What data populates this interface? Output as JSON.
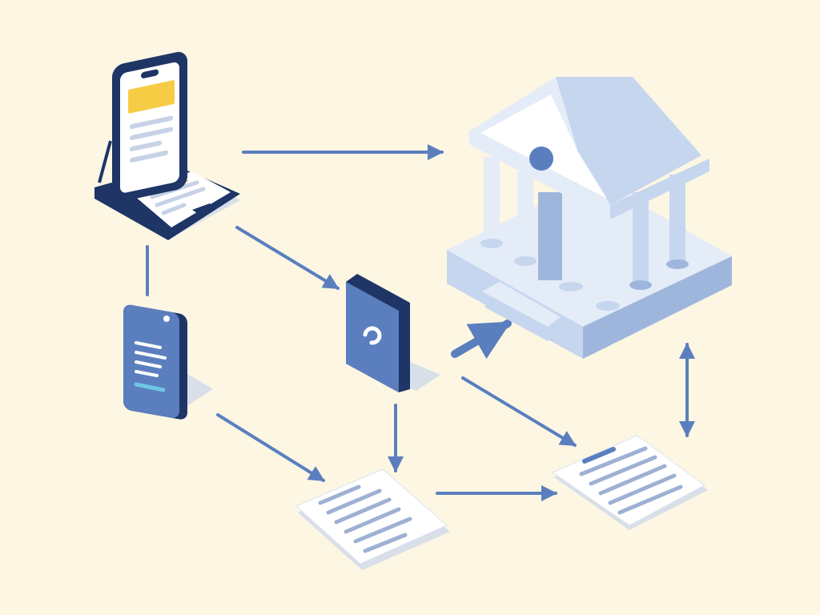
{
  "colors": {
    "background": "#FCF6E3",
    "primary": "#5B7FBE",
    "navy": "#1E3566",
    "accent": "#F7CC45",
    "building_light": "#E4ECF8",
    "building_mid": "#C6D6EE",
    "building_dark": "#9FB6DC",
    "paper": "#FFFFFF",
    "paper_lines": "#8EA4CC",
    "shadow": "#C9D6EA"
  },
  "nodes": [
    {
      "id": "foldable-phone",
      "icon": "foldable-phone-icon"
    },
    {
      "id": "tablet-device",
      "icon": "tablet-icon"
    },
    {
      "id": "payment-card",
      "icon": "card-icon"
    },
    {
      "id": "bank-building",
      "icon": "bank-icon"
    },
    {
      "id": "document-left",
      "icon": "document-icon"
    },
    {
      "id": "document-right",
      "icon": "document-icon"
    }
  ],
  "edges": [
    {
      "from": "foldable-phone",
      "to": "bank-building",
      "direction": "forward"
    },
    {
      "from": "foldable-phone",
      "to": "payment-card",
      "direction": "forward"
    },
    {
      "from": "foldable-phone",
      "to": "tablet-device",
      "direction": "none"
    },
    {
      "from": "tablet-device",
      "to": "document-left",
      "direction": "forward"
    },
    {
      "from": "payment-card",
      "to": "document-left",
      "direction": "forward"
    },
    {
      "from": "payment-card",
      "to": "bank-building",
      "direction": "forward"
    },
    {
      "from": "payment-card",
      "to": "document-right",
      "direction": "forward"
    },
    {
      "from": "document-left",
      "to": "document-right",
      "direction": "forward"
    },
    {
      "from": "bank-building",
      "to": "document-right",
      "direction": "both"
    }
  ]
}
